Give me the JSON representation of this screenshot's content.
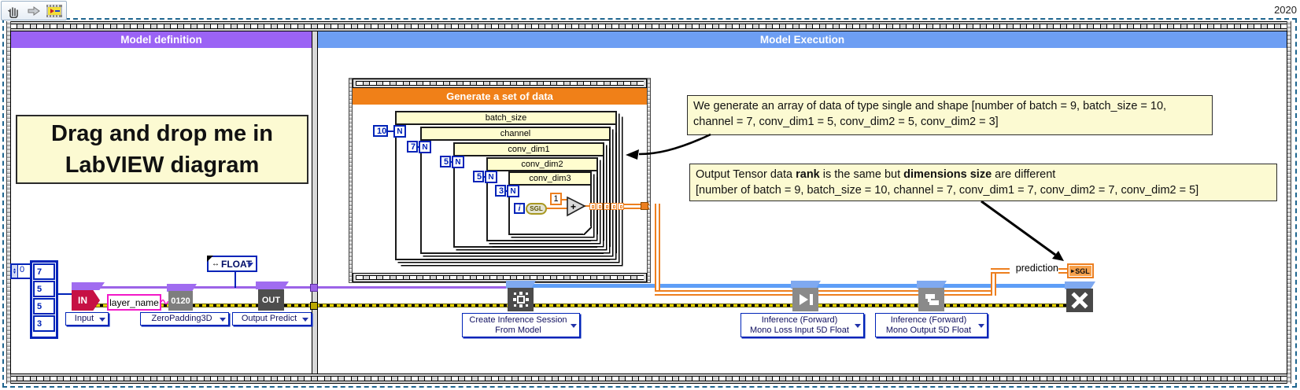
{
  "toolbar": {
    "icons": [
      "hand-tool",
      "run-arrow",
      "vi-snippet"
    ]
  },
  "year_badge": "2020",
  "frames": {
    "definition": {
      "title": "Model definition"
    },
    "execution": {
      "title": "Model Execution"
    }
  },
  "drag_note": {
    "line1": "Drag and drop me in",
    "line2": "LabVIEW diagram"
  },
  "input_array": {
    "index": "0",
    "values": [
      "7",
      "5",
      "5",
      "3"
    ]
  },
  "nodes": {
    "input": {
      "icon_label": "IN",
      "selector": "Input"
    },
    "layer_name": {
      "value": "layer_name"
    },
    "zero_padding": {
      "icon_label": "0120",
      "selector": "ZeroPadding3D"
    },
    "float_enum": {
      "value": "FLOAT"
    },
    "output": {
      "icon_label": "OUT",
      "selector": "Output Predict"
    },
    "create_session": {
      "selector_line1": "Create Inference Session",
      "selector_line2": "From Model"
    },
    "inference_loss": {
      "selector_line1": "Inference (Forward)",
      "selector_line2": "Mono Loss Input 5D Float"
    },
    "inference_output": {
      "selector_line1": "Inference (Forward)",
      "selector_line2": "Mono Output 5D Float"
    }
  },
  "generate_box": {
    "title": "Generate a set of data",
    "loop_count_label": "N",
    "loops": [
      {
        "label": "batch_size",
        "count": "10"
      },
      {
        "label": "channel",
        "count": "7"
      },
      {
        "label": "conv_dim1",
        "count": "5"
      },
      {
        "label": "conv_dim2",
        "count": "5"
      },
      {
        "label": "conv_dim3",
        "count": "3"
      }
    ],
    "iterator": "i",
    "coercion": "SGL",
    "constant_one": "1",
    "add_op": "+"
  },
  "comments": {
    "generate": {
      "text": "We generate an array of data of type single and shape [number of batch = 9, batch_size = 10, channel = 7, conv_dim1 = 5, conv_dim2 = 5, conv_dim2 = 3]"
    },
    "output_tensor": {
      "prefix": "Output Tensor data ",
      "bold1": "rank",
      "middle": " is the same but ",
      "bold2": "dimensions size",
      "suffix": " are different",
      "line2": "[number of batch = 9, batch_size = 10, channel = 7, conv_dim1 = 7, conv_dim2 = 7, conv_dim2 = 5]"
    }
  },
  "prediction": {
    "label": "prediction",
    "type": "SGL"
  },
  "colors": {
    "purple_header": "#9B63F5",
    "blue_header": "#6D9EF3",
    "orange_header": "#F08018",
    "note_bg": "#FCFAD2",
    "wire_purple": "#9C63E8",
    "wire_session_blue": "#5E9EF7",
    "wire_orange": "#ED7F1F",
    "wire_error_yellow": "#E3D200",
    "terminal_blue": "#0023B8",
    "string_pink": "#F318C8",
    "in_node_red": "#C61144",
    "node_gray": "#7E7E7E",
    "node_dark": "#4B4B4B"
  }
}
